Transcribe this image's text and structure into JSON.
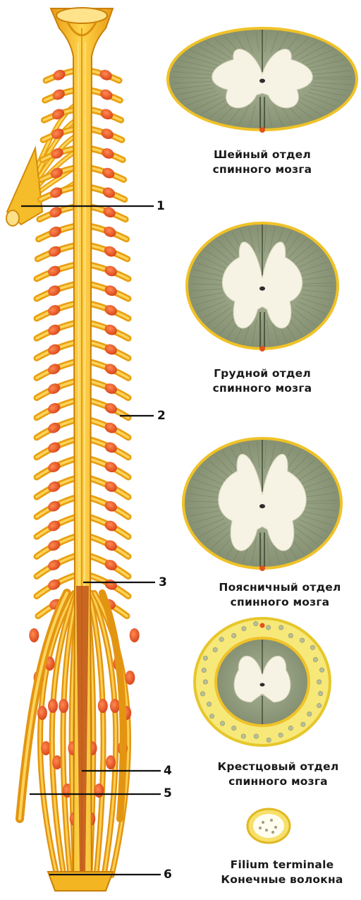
{
  "callouts": [
    "1",
    "2",
    "3",
    "4",
    "5",
    "6"
  ],
  "sections": [
    {
      "line1": "Шейный отдел",
      "line2": "спинного мозга"
    },
    {
      "line1": "Грудной отдел",
      "line2": "спинного мозга"
    },
    {
      "line1": "Поясничный отдел",
      "line2": "спинного мозга"
    },
    {
      "line1": "Крестцовый отдел",
      "line2": "спинного мозга"
    },
    {
      "line1": "Filium terminale",
      "line2": "Конечные волокна"
    }
  ],
  "colors": {
    "cord": "#f2b31c",
    "cord_light": "#ffd24a",
    "ganglion": "#e2541c",
    "grey_matter": "#f6f3e4",
    "white_matter": "#8f9a7c",
    "rim": "#f0c228"
  }
}
